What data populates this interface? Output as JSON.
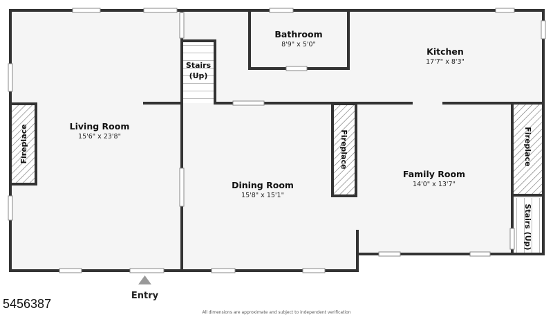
{
  "rooms": {
    "living": {
      "name": "Living Room",
      "dims": "15'6\" x 23'8\""
    },
    "dining": {
      "name": "Dining Room",
      "dims": "15'8\" x 15'1\""
    },
    "family": {
      "name": "Family Room",
      "dims": "14'0\" x 13'7\""
    },
    "kitchen": {
      "name": "Kitchen",
      "dims": "17'7\" x 8'3\""
    },
    "bathroom": {
      "name": "Bathroom",
      "dims": "8'9\" x 5'0\""
    }
  },
  "features": {
    "stairs_line1": "Stairs",
    "stairs_line2": "(Up)",
    "stairs_right": "Stairs (Up)",
    "fireplace": "Fireplace"
  },
  "entry_label": "Entry",
  "listing_number": "5456387",
  "disclaimer": "All dimensions are approximate and subject to independent verification",
  "colors": {
    "wall": "#333333",
    "floor": "#f5f5f5",
    "hatch": "#7a7a7a"
  }
}
